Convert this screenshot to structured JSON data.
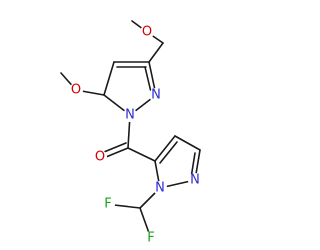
{
  "atoms": {
    "o_methoxymethyl": {
      "symbol": "O",
      "color": "#d40000"
    },
    "o_methoxy": {
      "symbol": "O",
      "color": "#d40000"
    },
    "n1_upper": {
      "symbol": "N",
      "color": "#2b2bd4"
    },
    "n2_upper": {
      "symbol": "N",
      "color": "#2b2bd4"
    },
    "o_carbonyl": {
      "symbol": "O",
      "color": "#d40000"
    },
    "n1_lower": {
      "symbol": "N",
      "color": "#2b2bd4"
    },
    "n2_lower": {
      "symbol": "N",
      "color": "#2b2bd4"
    },
    "f_left": {
      "symbol": "F",
      "color": "#1aa31a"
    },
    "f_right": {
      "symbol": "F",
      "color": "#1aa31a"
    }
  },
  "bond_color": "#1a1a1a"
}
